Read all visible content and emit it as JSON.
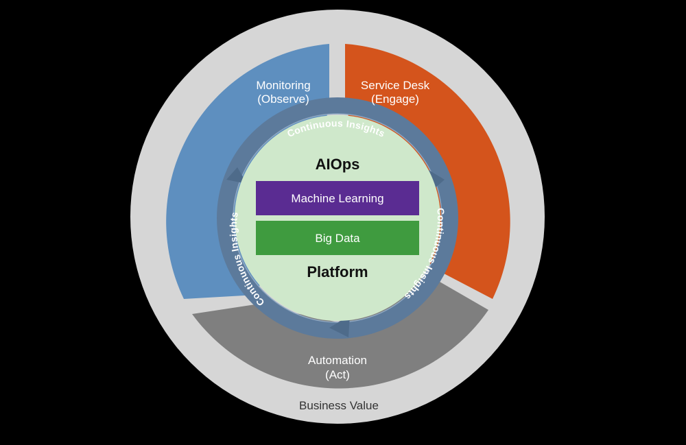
{
  "diagram": {
    "outer_label": "Business Value",
    "segments": {
      "monitoring": {
        "line1": "Monitoring",
        "line2": "(Observe)"
      },
      "service_desk": {
        "line1": "Service Desk",
        "line2": "(Engage)"
      },
      "automation": {
        "line1": "Automation",
        "line2": "(Act)"
      }
    },
    "cycle_label": "Continuous Insights",
    "center": {
      "top_title": "AIOps",
      "bottom_title": "Platform",
      "layers": {
        "ml": "Machine Learning",
        "big_data": "Big Data"
      }
    }
  },
  "colors": {
    "background": "#000000",
    "outer_ring": "#d6d6d6",
    "monitoring": "#5e8fbf",
    "service_desk": "#d4541c",
    "automation": "#7f7f7f",
    "cycle_ring": "#5c7a9b",
    "center": "#cfe8cb",
    "ml_box": "#5a2c92",
    "big_data_box": "#3f9b3f"
  }
}
